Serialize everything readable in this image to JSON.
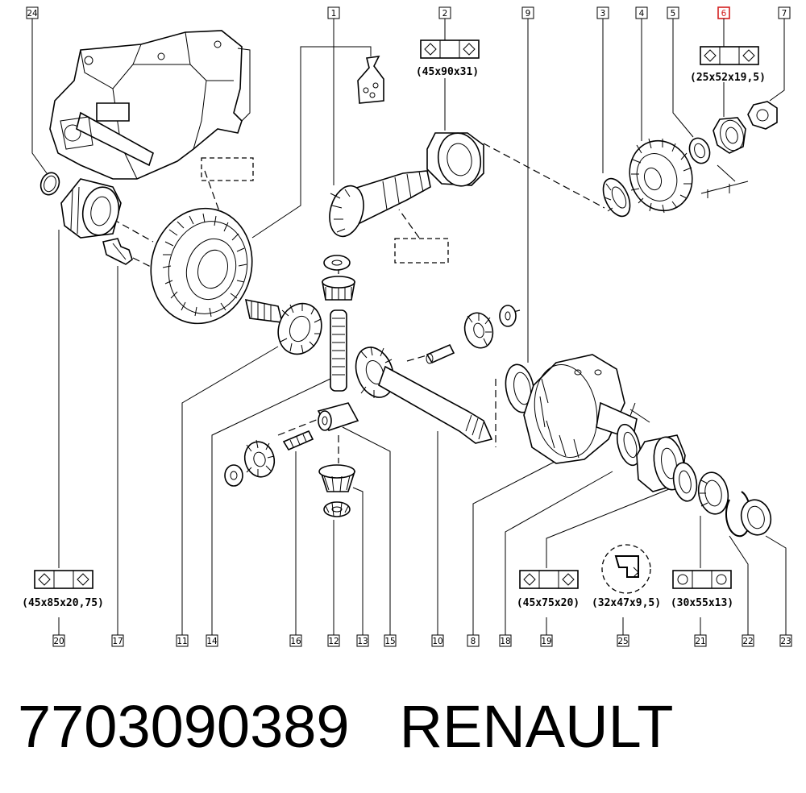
{
  "diagram": {
    "callouts": [
      "24",
      "1",
      "2",
      "9",
      "3",
      "4",
      "5",
      "6",
      "7",
      "20",
      "17",
      "11",
      "14",
      "16",
      "12",
      "13",
      "15",
      "10",
      "8",
      "18",
      "19",
      "25",
      "21",
      "22",
      "23"
    ],
    "highlighted_callout": "6",
    "highlight_color": "#d42020",
    "bearing_specs": {
      "top_center": "(45x90x31)",
      "top_right": "(25x52x19,5)",
      "bottom_left": "(45x85x20,75)",
      "bottom_mid": "(45x75x20)",
      "seal": "(32x47x9,5)",
      "bottom_right": "(30x55x13)"
    }
  },
  "footer": {
    "part_number": "7703090389",
    "brand": "RENAULT"
  }
}
